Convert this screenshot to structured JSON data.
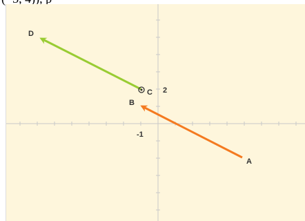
{
  "top_text": "(−3, 4)), p",
  "diagram": {
    "background": "#fef6dc",
    "axis_color": "#c8c8c8",
    "labels": {
      "A": "A",
      "B": "B",
      "C": "C",
      "D": "D",
      "tick_y": "2",
      "tick_x": "-1"
    },
    "vectors": [
      {
        "name": "orange-vector",
        "from": "A",
        "to": "B",
        "color": "#f47a20"
      },
      {
        "name": "green-vector",
        "from": "C",
        "to": "D",
        "color": "#99cc33"
      }
    ]
  }
}
